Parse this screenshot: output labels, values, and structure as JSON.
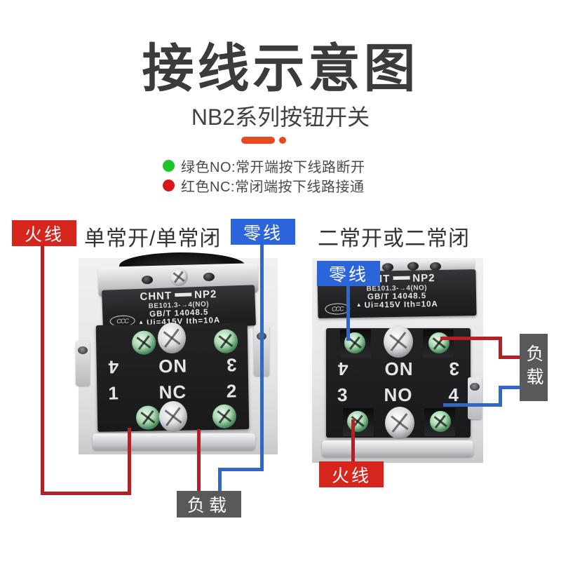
{
  "header": {
    "title": "接线示意图",
    "subtitle": "NB2系列按钮开关"
  },
  "legend": {
    "items": [
      {
        "dot": "green-dot",
        "text": "绿色NO:常开端按下线路断开"
      },
      {
        "dot": "red-dot",
        "text": "红色NC:常闭端按下线路接通"
      }
    ]
  },
  "sections": {
    "left": {
      "heading": "单常开/单常闭"
    },
    "right": {
      "heading": "二常开或二常闭"
    }
  },
  "labels": {
    "live": "火线",
    "neutral": "零线",
    "load": "负载"
  },
  "plate": {
    "brand": "CHNT",
    "series": "NP2",
    "model": "BE101.3-→4(NO)",
    "standard": "GB/T 14048.5",
    "warning_mark": "▲",
    "rating": "Ui=415V  Ith=10A",
    "cert": "CCC"
  },
  "contact_rows": {
    "no_row": {
      "left": "3",
      "mid": "NO",
      "right": "4"
    },
    "nc_row": {
      "left": "1",
      "mid": "NC",
      "right": "2"
    }
  },
  "colors": {
    "accent": "#e8481e",
    "legend-green": "#1fc42c",
    "legend-red": "#d7161c",
    "live-red": "#d6251d",
    "neutral-blue": "#2b65d9",
    "load-gray": "#58595b",
    "wire-red": "#b42025",
    "wire-blue": "#3168c6"
  }
}
